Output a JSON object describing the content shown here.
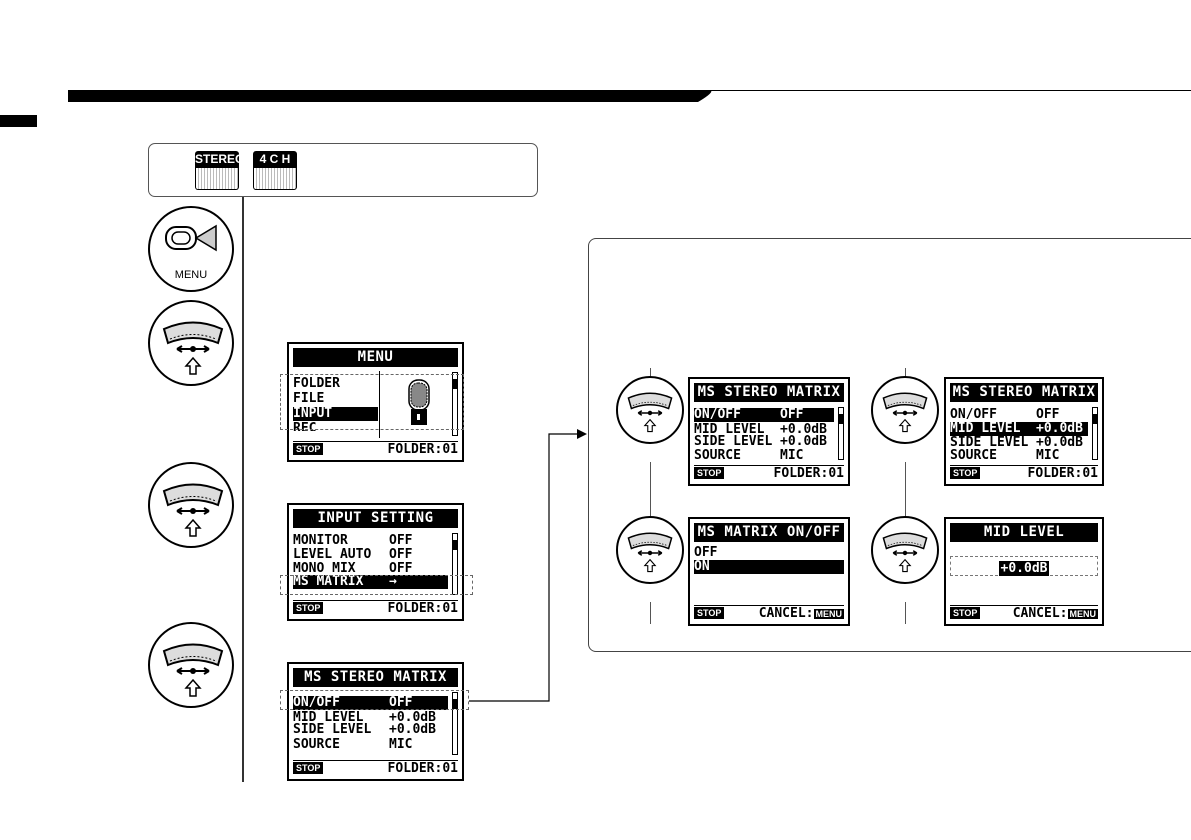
{
  "modes": {
    "stereo": "STEREO",
    "ch4": "4 C H"
  },
  "buttons": {
    "menu": "MENU"
  },
  "screens": {
    "menu": {
      "title": "MENU",
      "items": [
        "FOLDER",
        "FILE",
        "INPUT",
        "REC"
      ],
      "selected": 2
    },
    "input_setting": {
      "title": "INPUT SETTING",
      "rows": [
        [
          "MONITOR",
          "OFF"
        ],
        [
          "LEVEL AUTO",
          "OFF"
        ],
        [
          "MONO MIX",
          "OFF"
        ],
        [
          "MS MATRIX",
          "→"
        ]
      ],
      "selected": 3
    },
    "ms_matrix_main": {
      "title": "MS STEREO MATRIX",
      "rows": [
        [
          "ON/OFF",
          "OFF"
        ],
        [
          "MID LEVEL",
          "+0.0dB"
        ],
        [
          "SIDE LEVEL",
          "+0.0dB"
        ],
        [
          "SOURCE",
          "MIC"
        ]
      ],
      "selected": 0
    },
    "ms_matrix_a": {
      "title": "MS STEREO MATRIX",
      "rows": [
        [
          "ON/OFF",
          "OFF"
        ],
        [
          "MID LEVEL",
          "+0.0dB"
        ],
        [
          "SIDE LEVEL",
          "+0.0dB"
        ],
        [
          "SOURCE",
          "MIC"
        ]
      ],
      "selected": 0
    },
    "ms_matrix_b": {
      "title": "MS STEREO MATRIX",
      "rows": [
        [
          "ON/OFF",
          "OFF"
        ],
        [
          "MID LEVEL",
          "+0.0dB"
        ],
        [
          "SIDE LEVEL",
          "+0.0dB"
        ],
        [
          "SOURCE",
          "MIC"
        ]
      ],
      "selected": 1
    },
    "onoff": {
      "title": "MS MATRIX ON/OFF",
      "items": [
        "OFF",
        "ON"
      ],
      "selected": 1
    },
    "midlevel": {
      "title": "MID LEVEL",
      "value": "+0.0dB"
    }
  },
  "status": {
    "stop": "STOP",
    "folder": "FOLDER:01",
    "cancel": "CANCEL:",
    "cancel_key": "MENU"
  },
  "icons": {
    "menu_button": "menu-button-icon",
    "dial": "wheel-dial-icon",
    "mic": "microphone-icon",
    "arrow": "arrow-right-icon"
  }
}
